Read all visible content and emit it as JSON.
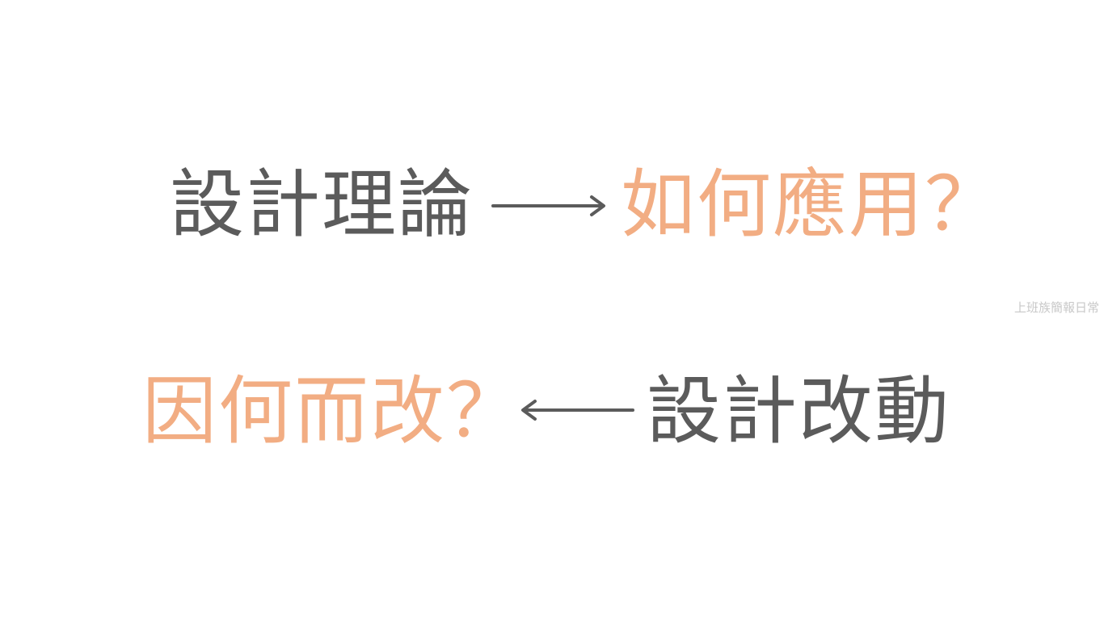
{
  "colors": {
    "dark_text": "#5b5b5b",
    "accent": "#f2ad83",
    "watermark": "#c8c8c8",
    "background": "#ffffff"
  },
  "row1": {
    "left_text": "設計理論",
    "right_text": "如何應用？",
    "arrow_direction": "right"
  },
  "row2": {
    "left_text": "因何而改？",
    "right_text": "設計改動",
    "arrow_direction": "left"
  },
  "watermark": "上班族簡報日常"
}
